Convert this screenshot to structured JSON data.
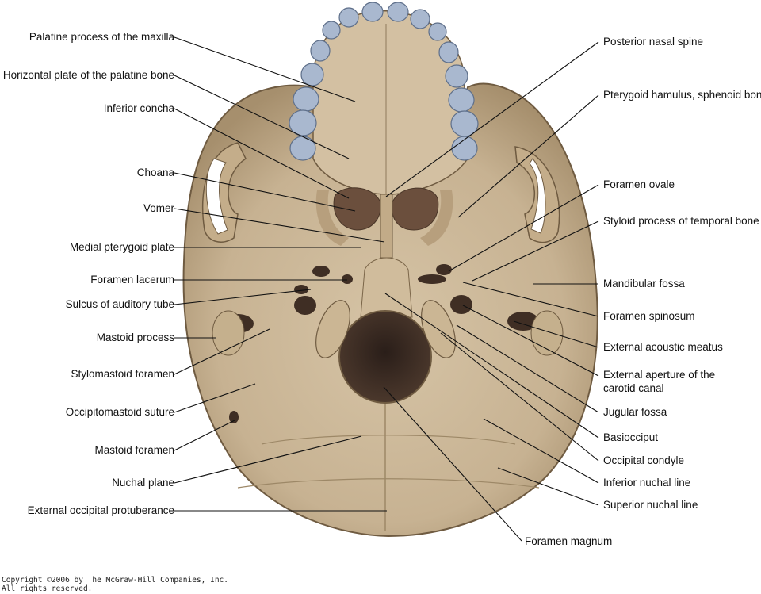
{
  "labels_left": [
    "Palatine process of the maxilla",
    "Horizontal plate of the palatine bone",
    "Inferior concha",
    "Choana",
    "Vomer",
    "Medial pterygoid plate",
    "Foramen lacerum",
    "Sulcus of auditory tube",
    "Mastoid process",
    "Stylomastoid foramen",
    "Occipitomastoid suture",
    "Mastoid foramen",
    "Nuchal plane",
    "External occipital protuberance"
  ],
  "labels_right": [
    "Posterior nasal spine",
    "Pterygoid hamulus, sphenoid bone",
    "Foramen ovale",
    "Styloid process of temporal bone",
    "Mandibular fossa",
    "Foramen spinosum",
    "External acoustic meatus",
    "External aperture of the",
    "carotid canal",
    "Jugular fossa",
    "Basiocciput",
    "Occipital condyle",
    "Inferior nuchal line",
    "Superior nuchal line"
  ],
  "label_bottom": "Foramen magnum",
  "copyright": {
    "line1": "Copyright ©2006 by The McGraw-Hill Companies, Inc.",
    "line2": "All rights reserved."
  },
  "colors": {
    "bone": "#cbb89b",
    "bone_dark": "#8f7a5c",
    "teeth": "#a9b8cf",
    "cavity": "#3a2a22",
    "leader": "#111111"
  }
}
